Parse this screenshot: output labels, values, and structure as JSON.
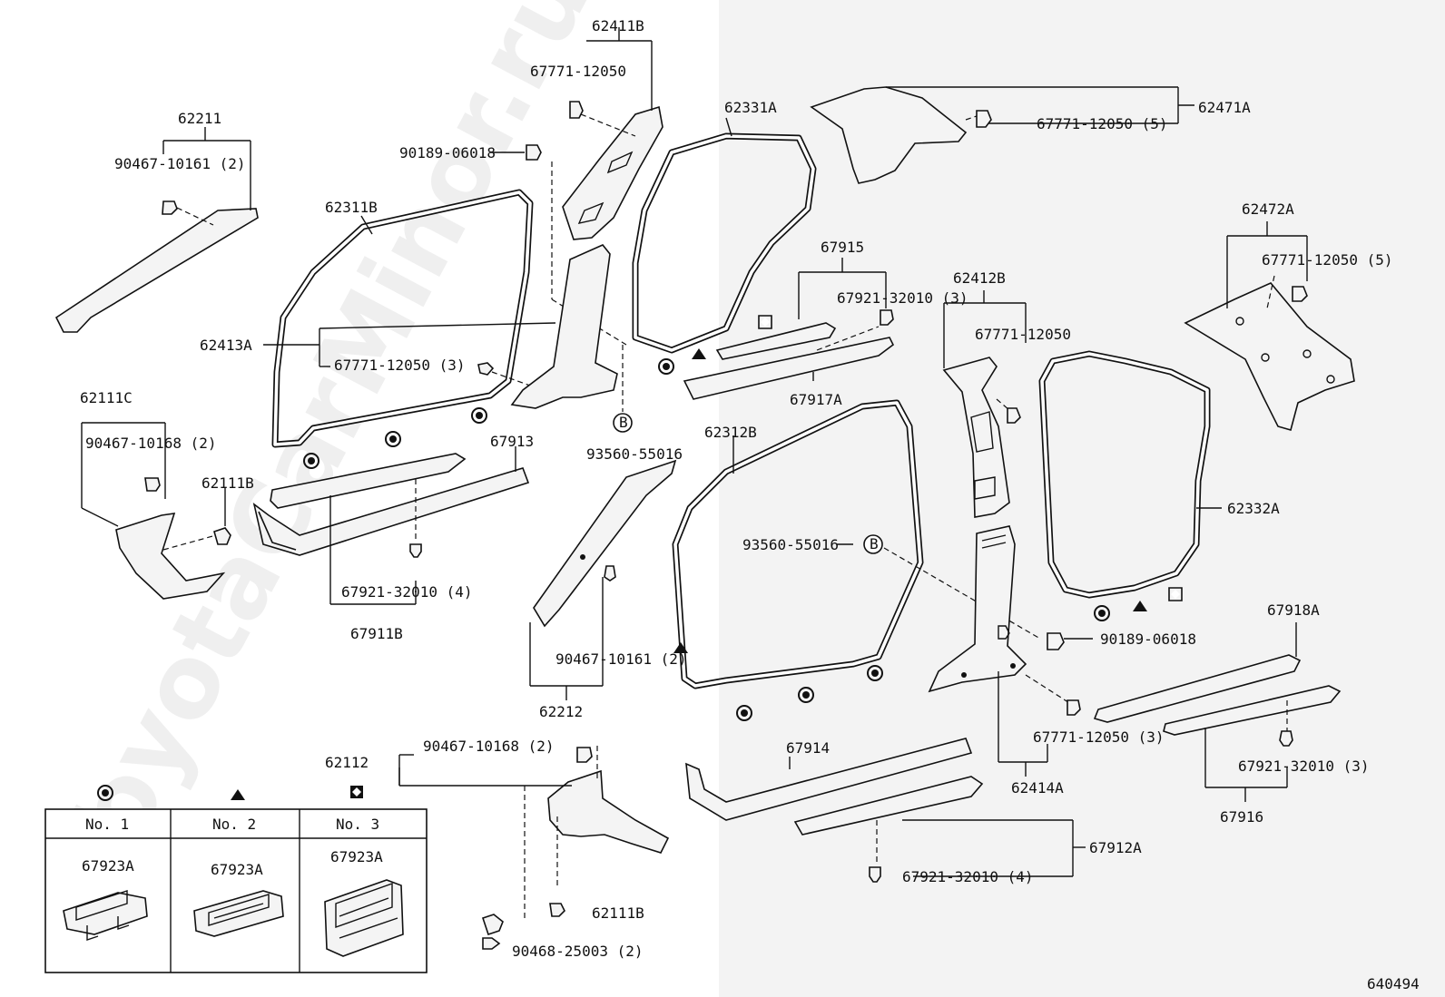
{
  "watermark": "ToyotaCarMinor.ru",
  "diagram_id": "640494",
  "labels": {
    "p62211": "62211",
    "c90467_10161_2": "90467-10161 (2)",
    "p62311B": "62311B",
    "p62413A": "62413A",
    "c67771_12050_3": "67771-12050 (3)",
    "p62111C": "62111C",
    "c90467_10168_2a": "90467-10168 (2)",
    "p62111B_a": "62111B",
    "p67913": "67913",
    "c67921_32010_4a": "67921-32010 (4)",
    "p67911B": "67911B",
    "p62411B": "62411B",
    "c67771_12050_a": "67771-12050",
    "c90189_06018_a": "90189-06018",
    "c93560_55016_a": "93560-55016",
    "c90467_10161_2b": "90467-10161 (2)",
    "p62212": "62212",
    "p62112": "62112",
    "c90467_10168_2b": "90467-10168 (2)",
    "p62111B_b": "62111B",
    "c90468_25003_2": "90468-25003 (2)",
    "p62331A": "62331A",
    "p67915": "67915",
    "c67921_32010_3a": "67921-32010 (3)",
    "p67917A": "67917A",
    "p62312B": "62312B",
    "c93560_55016_b": "93560-55016",
    "p67914": "67914",
    "c67921_32010_4b": "67921-32010 (4)",
    "p67912A": "67912A",
    "p62471A": "62471A",
    "c67771_12050_5a": "67771-12050 (5)",
    "p62472A": "62472A",
    "c67771_12050_5b": "67771-12050 (5)",
    "p62412B": "62412B",
    "c67771_12050_b": "67771-12050",
    "p62332A": "62332A",
    "c90189_06018_b": "90189-06018",
    "c67771_12050_3b": "67771-12050 (3)",
    "p62414A": "62414A",
    "p67918A": "67918A",
    "c67921_32010_3b": "67921-32010 (3)",
    "p67916": "67916",
    "marker_b": "B"
  },
  "legend": {
    "columns": [
      {
        "header": "No. 1",
        "part": "67923A",
        "symbol": "circle"
      },
      {
        "header": "No. 2",
        "part": "67923A",
        "symbol": "triangle"
      },
      {
        "header": "No. 3",
        "part": "67923A",
        "symbol": "diamond-square"
      }
    ]
  }
}
